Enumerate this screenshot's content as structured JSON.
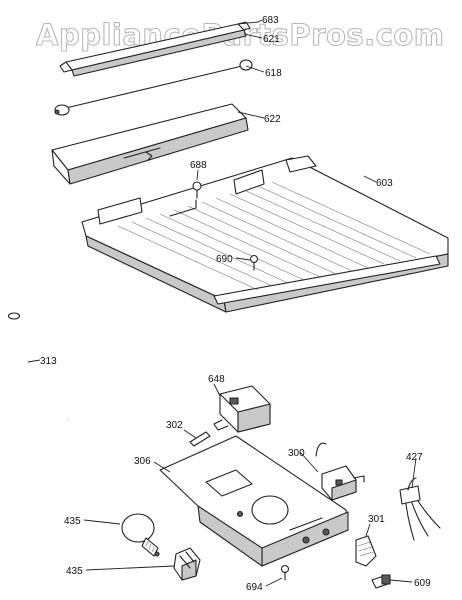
{
  "watermark": "AppliancePartsPros.com",
  "parts": {
    "p683": "683",
    "p621": "621",
    "p618": "618",
    "p622": "622",
    "p688": "688",
    "p603": "603",
    "p690": "690",
    "p313": "313",
    "p648": "648",
    "p302": "302",
    "p306": "306",
    "p300": "300",
    "p427": "427",
    "p435a": "435",
    "p435b": "435",
    "p301": "301",
    "p694": "694",
    "p609": "609"
  }
}
